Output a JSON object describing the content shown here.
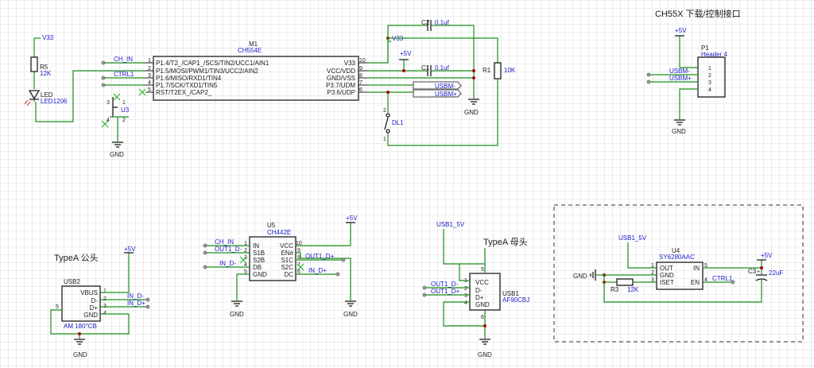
{
  "titles": {
    "ch55x": "CH55X 下载/控制接口",
    "typea_male": "TypeA 公头",
    "typea_female": "TypeA 母头"
  },
  "nets": {
    "v33": "V33",
    "p5v": "+5V",
    "gnd": "GND",
    "ch_in": "CH_IN",
    "ctrl1": "CTRL1",
    "usbm": "USBM-",
    "usbp": "USBM+",
    "out1_dm": "OUT1_D-",
    "out1_dp": "OUT1_D+",
    "in_dm": "IN_D-",
    "in_dp": "IN_D+",
    "usb1_5v": "USB1_5V"
  },
  "m1": {
    "ref": "M1",
    "value": "CH554E",
    "left_pins": [
      {
        "num": "1",
        "name": "P1.4/T2_/CAP1_/SCS/TIN2/UCC1/AIN1"
      },
      {
        "num": "2",
        "name": "P1.5/MOSI/PWM1/TIN3/UCC2/AIN2"
      },
      {
        "num": "3",
        "name": "P1.6/MISO/RXD1/TIN4"
      },
      {
        "num": "4",
        "name": "P1.7/SCK/TXD1/TIN5"
      },
      {
        "num": "5",
        "name": "RST/T2EX_/CAP2_"
      }
    ],
    "right_pins": [
      {
        "num": "10",
        "name": "V33"
      },
      {
        "num": "9",
        "name": "VCC/VDD"
      },
      {
        "num": "8",
        "name": "GND/VSS"
      },
      {
        "num": "7",
        "name": "P3.7/UDM"
      },
      {
        "num": "6",
        "name": "P3.6/UDP"
      }
    ]
  },
  "r5": {
    "ref": "R5",
    "value": "12K"
  },
  "led": {
    "ref": "LED",
    "value": "LED1206"
  },
  "u3": {
    "ref": "U3",
    "pins": [
      "3",
      "1",
      "4",
      "2"
    ]
  },
  "c2": {
    "ref": "C2",
    "value": "0.1uf"
  },
  "c1": {
    "ref": "C1",
    "value": "0.1uf"
  },
  "r1": {
    "ref": "R1",
    "value": "10K"
  },
  "dl1": {
    "ref": "DL1",
    "pins": [
      "2",
      "1"
    ]
  },
  "p1": {
    "ref": "P1",
    "value": "Header 4",
    "pins": [
      "1",
      "2",
      "3",
      "4"
    ]
  },
  "usb2": {
    "ref": "USB2",
    "value": "AM 180°CB",
    "pins": [
      {
        "num": "1",
        "name": "VBUS"
      },
      {
        "num": "2",
        "name": "D-"
      },
      {
        "num": "3",
        "name": "D+"
      },
      {
        "num": "4",
        "name": "GND"
      }
    ],
    "shield_pin": "5"
  },
  "u5": {
    "ref": "U5",
    "value": "CH442E",
    "left_pins": [
      {
        "num": "1",
        "name": "IN"
      },
      {
        "num": "2",
        "name": "S1B"
      },
      {
        "num": "3",
        "name": "S2B"
      },
      {
        "num": "4",
        "name": "DB"
      },
      {
        "num": "5",
        "name": "GND"
      }
    ],
    "right_pins": [
      {
        "num": "10",
        "name": "VCC"
      },
      {
        "num": "9",
        "name": "EN#"
      },
      {
        "num": "8",
        "name": "S1C"
      },
      {
        "num": "7",
        "name": "S2C"
      },
      {
        "num": "6",
        "name": "DC"
      }
    ]
  },
  "usb1": {
    "ref": "USB1",
    "value": "AF90CBJ",
    "pins": [
      {
        "num": "1",
        "name": "VCC"
      },
      {
        "num": "2",
        "name": "D-"
      },
      {
        "num": "3",
        "name": "D+"
      },
      {
        "num": "4",
        "name": "GND"
      }
    ],
    "top_pin": "5",
    "bottom_pin": "6"
  },
  "u4": {
    "ref": "U4",
    "value": "SY6280AAC",
    "left_pins": [
      {
        "num": "1",
        "name": "OUT"
      },
      {
        "num": "2",
        "name": "GND"
      },
      {
        "num": "3",
        "name": "ISET"
      }
    ],
    "right_pins": [
      {
        "num": "5",
        "name": "IN"
      },
      {
        "num": "4",
        "name": "EN"
      }
    ]
  },
  "r3": {
    "ref": "R3",
    "value": "12K"
  },
  "c3": {
    "ref": "C3",
    "value": "22uF"
  },
  "colors": {
    "wire": "#1a8f1a",
    "body": "#1e1e1e",
    "ref_text": "#1c1ccc",
    "grid": "#ececec",
    "junction": "#a01010"
  }
}
